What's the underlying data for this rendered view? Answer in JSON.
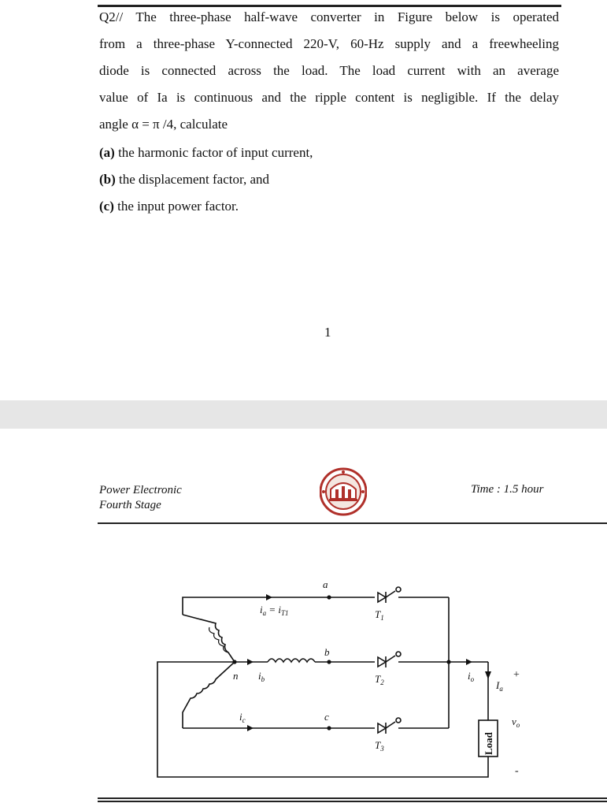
{
  "question": {
    "lines": [
      "Q2// The three-phase half-wave converter in Figure below is operated",
      "from a three-phase Y-connected 220-V, 60-Hz supply and a freewheeling",
      "diode is connected across the load. The load current with an average",
      "value of Ia is continuous and the ripple content is negligible. If the delay",
      "angle α = π /4, calculate"
    ],
    "items": [
      {
        "tag": "(a)",
        "text": " the harmonic factor of input current,"
      },
      {
        "tag": "(b)",
        "text": " the displacement factor, and"
      },
      {
        "tag": "(c)",
        "text": " the input power factor."
      }
    ]
  },
  "page_number": "1",
  "header": {
    "course": "Power Electronic",
    "stage": "Fourth Stage",
    "time": "Time : 1.5 hour"
  },
  "circuit": {
    "labels": {
      "node_a": "a",
      "node_b": "b",
      "node_c": "c",
      "neutral": "n",
      "ia": "i",
      "ia_sub": "a",
      "eq": " = i",
      "it1_sub": "T1",
      "ib": "i",
      "ib_sub": "b",
      "ic": "i",
      "ic_sub": "c",
      "T1": "T",
      "T1_sub": "1",
      "T2": "T",
      "T2_sub": "2",
      "T3": "T",
      "T3_sub": "3",
      "io": "i",
      "io_sub": "o",
      "Ia": "I",
      "Ia_sub": "a",
      "vo": "v",
      "vo_sub": "o",
      "plus": "+",
      "minus": "-",
      "load": "Load"
    }
  },
  "colors": {
    "ink": "#111111",
    "gap": "#e6e6e6",
    "logo_red": "#b0302a"
  }
}
